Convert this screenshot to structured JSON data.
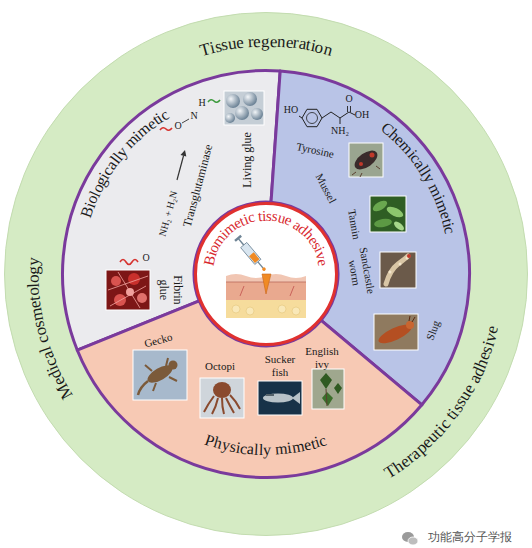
{
  "diagram": {
    "nodes": [
      {
        "text": [
          "Tissue regeneration",
          "Medical cosmetology",
          "Therapeutic tissue adhesive"
        ]
      },
      {
        "text": [
          "Biologically mimetic",
          "Fibrin glue",
          "Transglutaminase",
          "Living glue"
        ],
        "in": 0
      },
      {
        "text": [
          "Chemically mimetic",
          "Tyrosine",
          "Mussel",
          "Tannin",
          "Sandcastle worm",
          "Slug"
        ],
        "in": 0
      },
      {
        "text": [
          "Physically mimetic",
          "Gecko",
          "Octopi",
          "Sucker fish",
          "English ivy"
        ],
        "in": 0
      },
      {
        "text": [
          "Biomimetic tissue adhesive"
        ],
        "in": 0
      }
    ],
    "labels": [
      "O",
      "NH₂ + H₂N",
      "O",
      "H",
      "N",
      "HO",
      "O",
      "OH",
      "NH₂",
      "功能高分子学报"
    ]
  }
}
